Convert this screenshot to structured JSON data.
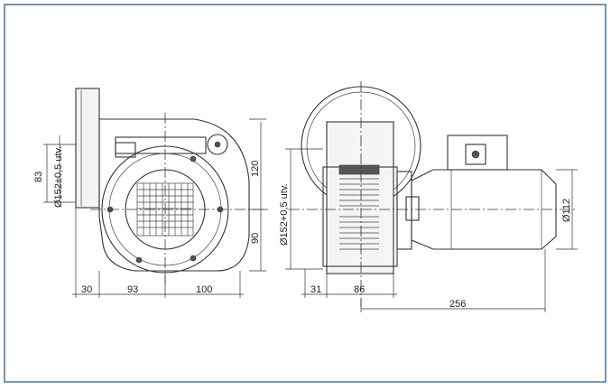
{
  "colors": {
    "border": "#3a5f8a",
    "line": "#333333"
  },
  "left_view": {
    "dims": {
      "diameter": "Ø152±0,5 utv.",
      "d83": "83",
      "d120": "120",
      "d90": "90",
      "d30": "30",
      "d93": "93",
      "d100": "100"
    }
  },
  "right_view": {
    "dims": {
      "diameter": "Ø152+0,5 utv.",
      "d112": "Ø112",
      "d31": "31",
      "d86": "86",
      "d256": "256"
    }
  }
}
